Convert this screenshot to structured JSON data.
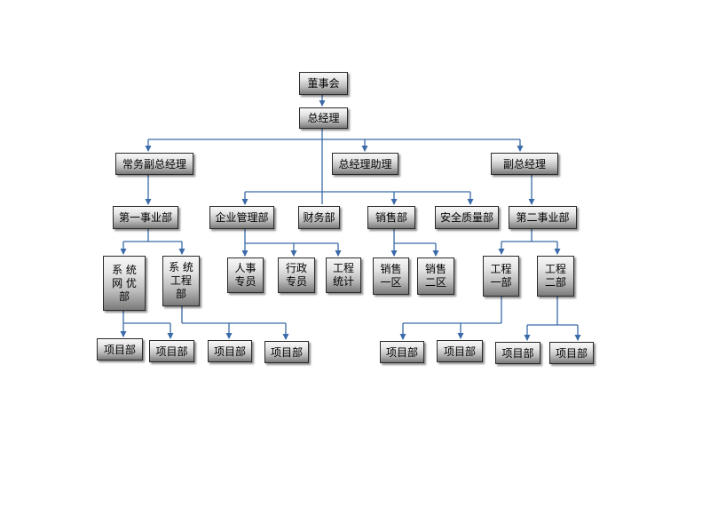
{
  "nodes": {
    "board": "董事会",
    "gm": "总经理",
    "exec_vp": "常务副总经理",
    "gm_assistant": "总经理助理",
    "vp": "副总经理",
    "div1": "第一事业部",
    "enterprise_mgmt": "企业管理部",
    "finance": "财务部",
    "sales": "销售部",
    "safety_quality": "安全质量部",
    "div2": "第二事业部",
    "sys_network_opt": "系 统\n网 优\n部",
    "sys_engineering": "系 统\n工程\n部",
    "hr": "人事\n专员",
    "admin": "行政\n专员",
    "eng_stats": "工程\n统计",
    "sales_zone1": "销售\n一区",
    "sales_zone2": "销售\n二区",
    "eng_dept1": "工程\n一部",
    "eng_dept2": "工程\n二部",
    "project1": "项目部",
    "project2": "项目部",
    "project3": "项目部",
    "project4": "项目部",
    "project5": "项目部",
    "project6": "项目部",
    "project7": "项目部",
    "project8": "项目部"
  },
  "colors": {
    "connector": "#3a6aa8",
    "border": "#2a2a2a"
  }
}
